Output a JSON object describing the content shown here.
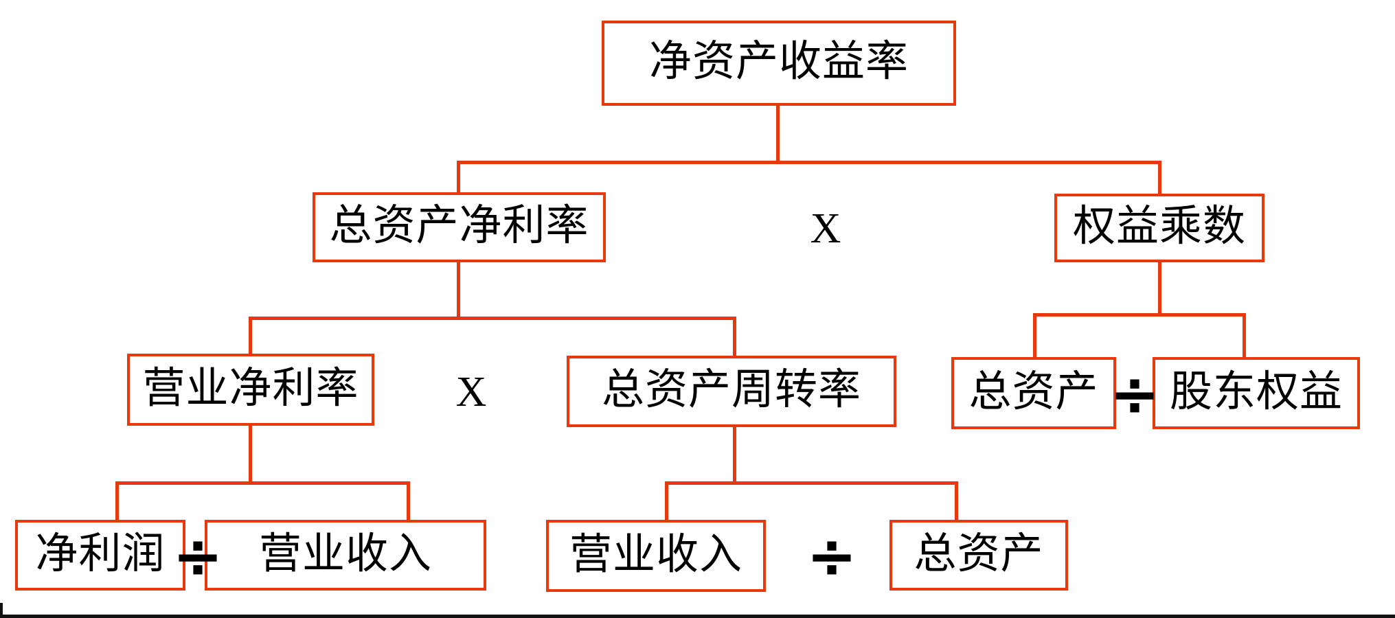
{
  "diagram": {
    "title": "净资产收益率",
    "type": "dupont-analysis-tree",
    "accent_color": "#E8380D",
    "text_color": "#000000",
    "background_color": "#FFFFFF",
    "frame_color": "#111111"
  },
  "nodes": {
    "roe": "净资产收益率",
    "roa": "总资产净利率",
    "equity_multiplier": "权益乘数",
    "net_profit_margin": "营业净利率",
    "asset_turnover": "总资产周转率",
    "total_assets_r": "总资产",
    "shareholders_equity": "股东权益",
    "net_profit": "净利润",
    "revenue_left": "营业收入",
    "revenue_mid": "营业收入",
    "total_assets_bottom": "总资产"
  },
  "operators": {
    "times_level2": "X",
    "times_level3": "X",
    "divide_equity": "÷",
    "divide_margin": "÷",
    "divide_turnover": "÷"
  },
  "icons": {
    "multiply": "multiply-icon",
    "divide": "divide-icon"
  }
}
